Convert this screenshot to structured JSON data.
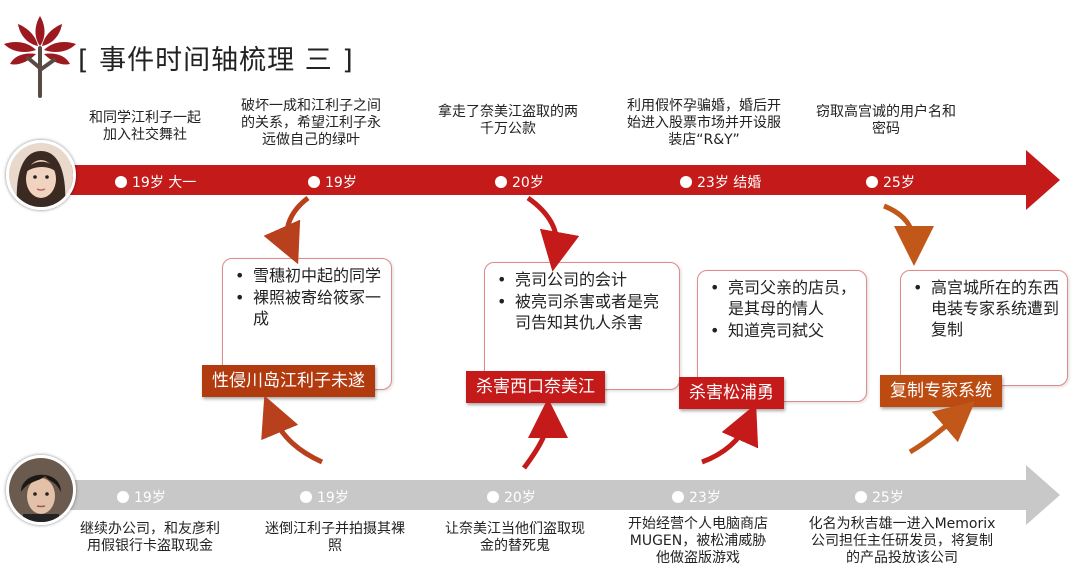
{
  "title": "[ 事件时间轴梳理 三 ]",
  "colors": {
    "red": "#c41a1a",
    "gray": "#c8c8c8",
    "orange": "#c2571a",
    "box_border": "#e28a8a"
  },
  "top_timeline": {
    "ticks": [
      "19岁 大一",
      "19岁",
      "20岁",
      "23岁 结婚",
      "25岁"
    ],
    "events": [
      "和同学江利子一起\n加入社交舞社",
      "破坏一成和江利子之间\n的关系，希望江利子永\n远做自己的绿叶",
      "拿走了奈美江盗取的两\n千万公款",
      "利用假怀孕骗婚，婚后开\n始进入股票市场并开设服\n装店“R&Y”",
      "窃取高宫诚的用户名和\n密码"
    ]
  },
  "bottom_timeline": {
    "ticks": [
      "19岁",
      "19岁",
      "20岁",
      "23岁",
      "25岁"
    ],
    "events": [
      "继续办公司，和友彦利\n用假银行卡盗取现金",
      "迷倒江利子并拍摄其裸\n照",
      "让奈美江当他们盗取现\n金的替死鬼",
      "开始经营个人电脑商店\nMUGEN，被松浦威胁\n他做盗版游戏",
      "化名为秋吉雄一进入Memorix\n公司担任主任研发员，将复制\n的产品投放该公司"
    ]
  },
  "boxes": [
    {
      "items": [
        "雪穗初中起的同学",
        "裸照被寄给筱冢一成"
      ],
      "label": "性侵川岛江利子未遂"
    },
    {
      "items": [
        "亮司公司的会计",
        "被亮司杀害或者是亮司告知其仇人杀害"
      ],
      "label": "杀害西口奈美江"
    },
    {
      "items": [
        "亮司父亲的店员，是其母的情人",
        "知道亮司弑父"
      ],
      "label": "杀害松浦勇"
    },
    {
      "items": [
        "高宫城所在的东西电装专家系统遭到复制"
      ],
      "label": "复制专家系统"
    }
  ]
}
